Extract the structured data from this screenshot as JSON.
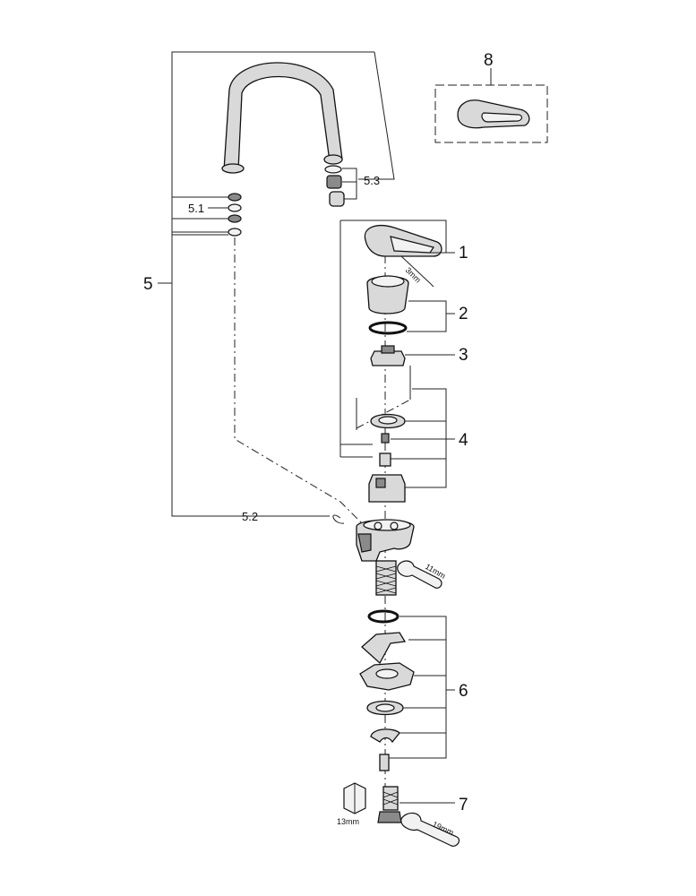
{
  "labels": {
    "p1": "1",
    "p2": "2",
    "p3": "3",
    "p4": "4",
    "p5": "5",
    "p51": "5.1",
    "p52": "5.2",
    "p53": "5.3",
    "p6": "6",
    "p7": "7",
    "p8": "8"
  },
  "tool_sizes": {
    "hex_key": "3mm",
    "wrench_cartridge": "11mm",
    "socket": "13mm",
    "wrench_hose": "19mm"
  }
}
